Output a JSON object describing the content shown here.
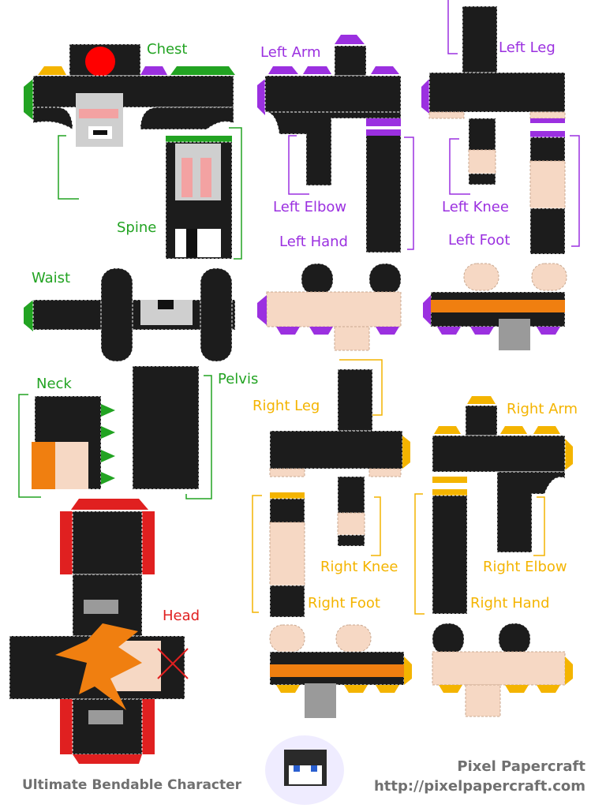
{
  "labels": {
    "chest": "Chest",
    "spine": "Spine",
    "waist": "Waist",
    "neck": "Neck",
    "pelvis": "Pelvis",
    "head": "Head",
    "left_arm": "Left Arm",
    "left_elbow": "Left Elbow",
    "left_hand": "Left Hand",
    "left_leg": "Left Leg",
    "left_knee": "Left Knee",
    "left_foot": "Left Foot",
    "right_leg": "Right Leg",
    "right_knee": "Right Knee",
    "right_foot": "Right Foot",
    "right_arm": "Right Arm",
    "right_elbow": "Right Elbow",
    "right_hand": "Right Hand"
  },
  "footer": {
    "title": "Ultimate Bendable Character",
    "brand": "Pixel Papercraft",
    "url": "http://pixelpapercraft.com"
  },
  "colors": {
    "chest_group": "#22a322",
    "left_group": "#9b30e0",
    "right_group": "#f4b400",
    "head_group": "#e02020",
    "cloth": "#1c1c1c",
    "skin": "#f6d8c4",
    "accent": "#f07f10"
  }
}
